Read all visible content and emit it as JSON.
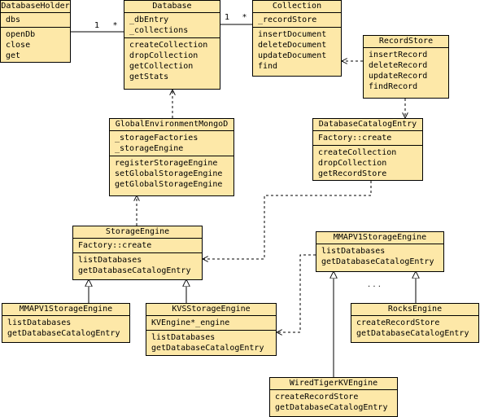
{
  "classes": {
    "database_holder": {
      "name": "DatabaseHolder",
      "attributes": [
        "dbs"
      ],
      "methods": [
        "openDb",
        "close",
        "get"
      ]
    },
    "database": {
      "name": "Database",
      "attributes": [
        "_dbEntry",
        "_collections"
      ],
      "methods": [
        "createCollection",
        "dropCollection",
        "getCollection",
        "getStats"
      ]
    },
    "collection": {
      "name": "Collection",
      "attributes": [
        "_recordStore"
      ],
      "methods": [
        "insertDocument",
        "deleteDocument",
        "updateDocument",
        "find"
      ]
    },
    "record_store": {
      "name": "RecordStore",
      "attributes": [],
      "methods": [
        "insertRecord",
        "deleteRecord",
        "updateRecord",
        "findRecord"
      ]
    },
    "global_env": {
      "name": "GlobalEnvironmentMongoD",
      "attributes": [
        "_storageFactories",
        "_storageEngine"
      ],
      "methods": [
        "registerStorageEngine",
        "setGlobalStorageEngine",
        "getGlobalStorageEngine"
      ]
    },
    "database_catalog_entry": {
      "name": "DatabaseCatalogEntry",
      "attributes": [
        "Factory::create"
      ],
      "methods": [
        "createCollection",
        "dropCollection",
        "getRecordStore"
      ]
    },
    "storage_engine": {
      "name": "StorageEngine",
      "attributes": [
        "Factory::create"
      ],
      "methods": [
        "listDatabases",
        "getDatabaseCatalogEntry"
      ]
    },
    "mmapv1_top": {
      "name": "MMAPV1StorageEngine",
      "attributes": [],
      "methods": [
        "listDatabases",
        "getDatabaseCatalogEntry"
      ]
    },
    "mmapv1_left": {
      "name": "MMAPV1StorageEngine",
      "attributes": [],
      "methods": [
        "listDatabases",
        "getDatabaseCatalogEntry"
      ]
    },
    "kvs": {
      "name": "KVSStorageEngine",
      "attributes": [
        "KVEngine*_engine"
      ],
      "methods": [
        "listDatabases",
        "getDatabaseCatalogEntry"
      ]
    },
    "rocks": {
      "name": "RocksEngine",
      "attributes": [],
      "methods": [
        "createRecordStore",
        "getDatabaseCatalogEntry"
      ]
    },
    "wiredtiger": {
      "name": "WiredTigerKVEngine",
      "attributes": [],
      "methods": [
        "createRecordStore",
        "getDatabaseCatalogEntry"
      ]
    }
  },
  "labels": {
    "holder_db_one": "1",
    "holder_db_many": "*",
    "db_coll_one": "1",
    "db_coll_many": "*",
    "ellipsis": ". . ."
  }
}
